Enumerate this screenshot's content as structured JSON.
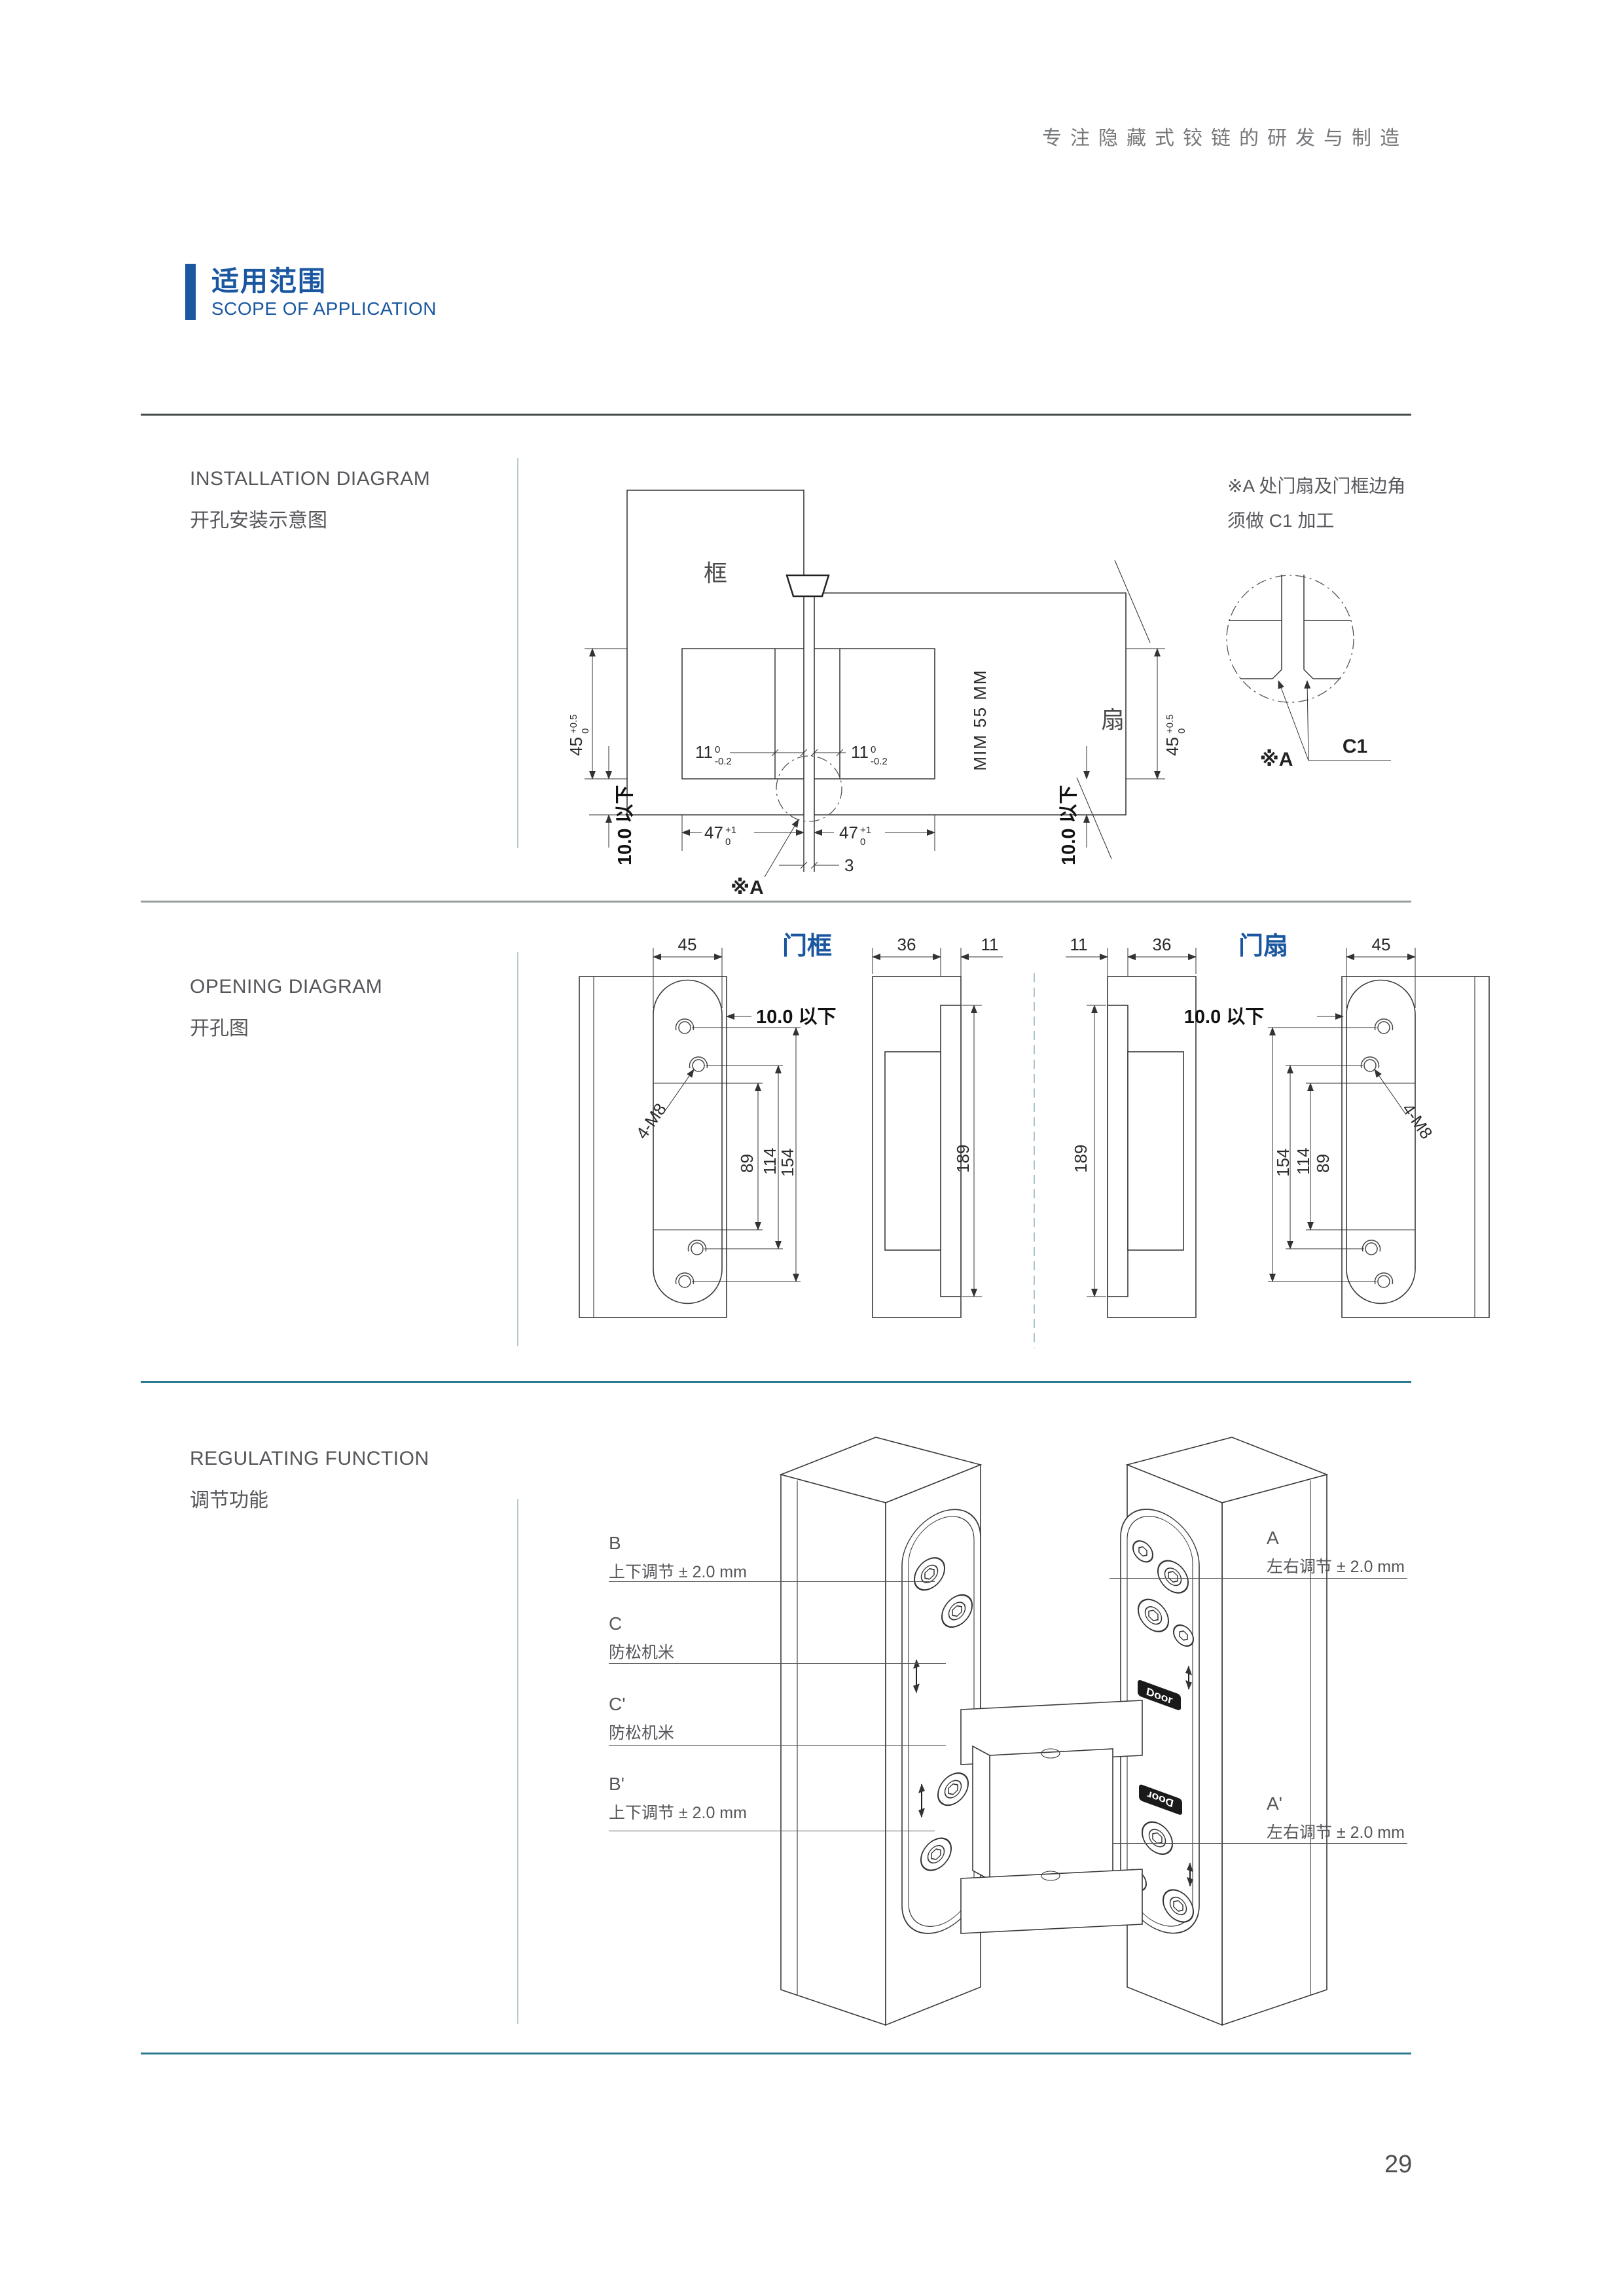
{
  "page": {
    "tagline": "专注隐藏式铰链的研发与制造",
    "page_number": "29"
  },
  "header": {
    "title_zh": "适用范围",
    "title_en": "SCOPE OF APPLICATION"
  },
  "installation": {
    "title_en": "INSTALLATION DIAGRAM",
    "title_zh": "开孔安装示意图",
    "note_line1": "※A 处门扇及门框边角",
    "note_line2": "须做 C1 加工",
    "labels": {
      "frame": "框",
      "leaf": "扇",
      "min_thickness": "MIM 55 MM",
      "dim45": "45",
      "tol45_sup": "+0.5",
      "tol45_sub": "0",
      "dim11": "11",
      "tol11_sup": "0",
      "tol11_sub": "-0.2",
      "dim47": "47",
      "tol47_sup": "+1",
      "tol47_sub": "0",
      "dim10": "10.0 以下",
      "dim3": "3",
      "ref_a": "※A",
      "c1": "C1"
    }
  },
  "opening": {
    "title_en": "OPENING DIAGRAM",
    "title_zh": "开孔图",
    "frame_header": "门框",
    "leaf_header": "门扇",
    "labels": {
      "dim45": "45",
      "dim36": "36",
      "dim11": "11",
      "dim10": "10.0 以下",
      "m8": "4-M8",
      "dim89": "89",
      "dim114": "114",
      "dim154": "154",
      "dim189": "189"
    }
  },
  "regulating": {
    "title_en": "REGULATING FUNCTION",
    "title_zh": "调节功能",
    "badge": "Door",
    "callouts": {
      "b": {
        "id": "B",
        "desc": "上下调节 ± 2.0 mm"
      },
      "c": {
        "id": "C",
        "desc": "防松机米"
      },
      "cp": {
        "id": "C'",
        "desc": "防松机米"
      },
      "bp": {
        "id": "B'",
        "desc": "上下调节 ± 2.0 mm"
      },
      "a": {
        "id": "A",
        "desc": "左右调节 ± 2.0 mm"
      },
      "ap": {
        "id": "A'",
        "desc": "左右调节 ± 2.0 mm"
      }
    }
  }
}
